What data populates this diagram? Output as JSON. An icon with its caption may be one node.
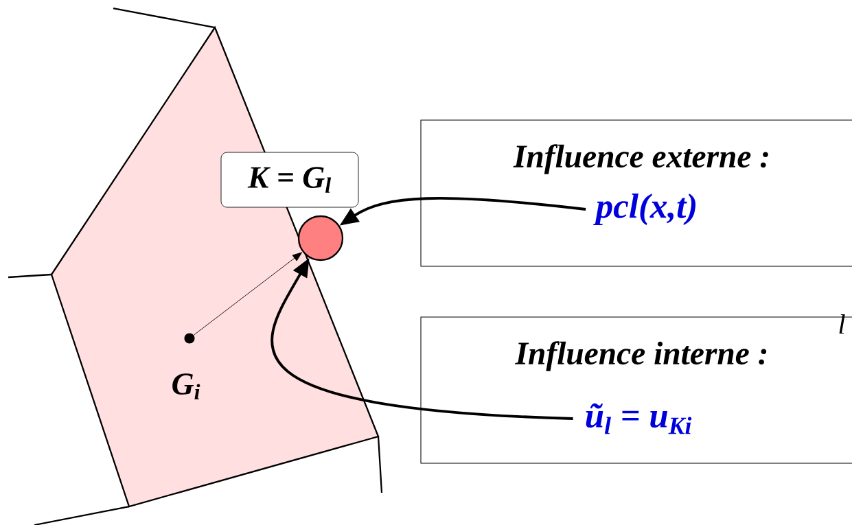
{
  "diagram": {
    "nodes": [
      {
        "text": [
          "K = G$_{l}$"
        ]
      },
      {
        "text": [],
        "shape": "circle"
      },
      {
        "text": [],
        "shape": "circle",
        "beside": [
          "G$_{i}$"
        ]
      },
      {
        "text": [
          "Influence externe :"
        ]
      },
      {
        "text": [
          "pcl(x,t)"
        ],
        "in": 3
      },
      {
        "text": [
          "Influence interne :"
        ]
      },
      {
        "text": [
          "ũ$_{l}$ = u$_{Ki}$"
        ],
        "in": 5
      }
    ],
    "edges": [
      {
        "from": 2,
        "to": 1,
        "arrow": "to"
      },
      {
        "from": 4,
        "to": 1,
        "arrow": "to"
      },
      {
        "from": 6,
        "to": 1,
        "arrow": "to"
      }
    ],
    "labels": [
      "l"
    ]
  }
}
